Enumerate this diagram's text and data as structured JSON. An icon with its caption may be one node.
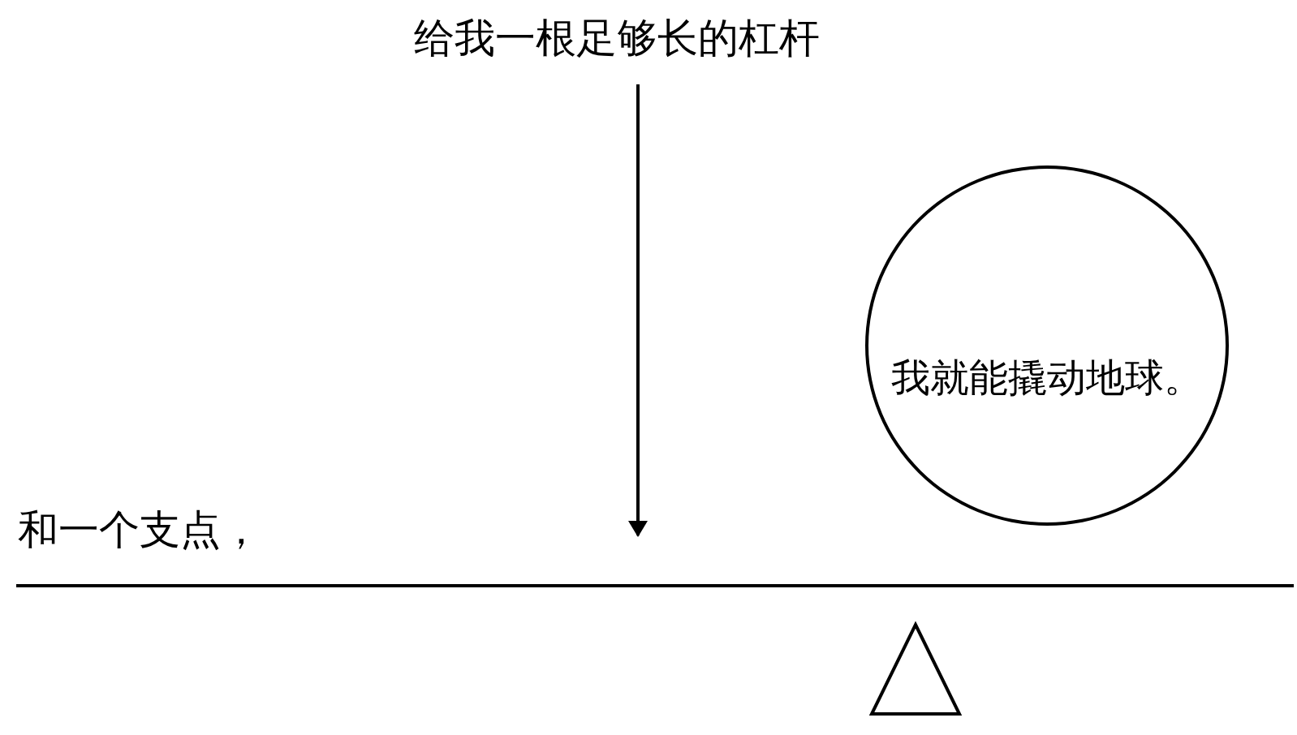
{
  "diagram": {
    "nodes": [
      {
        "text": [
          "我就能撬动地球。"
        ]
      }
    ],
    "labels": [
      "给我一根足够长的杠杆",
      "和一个支点，"
    ]
  }
}
